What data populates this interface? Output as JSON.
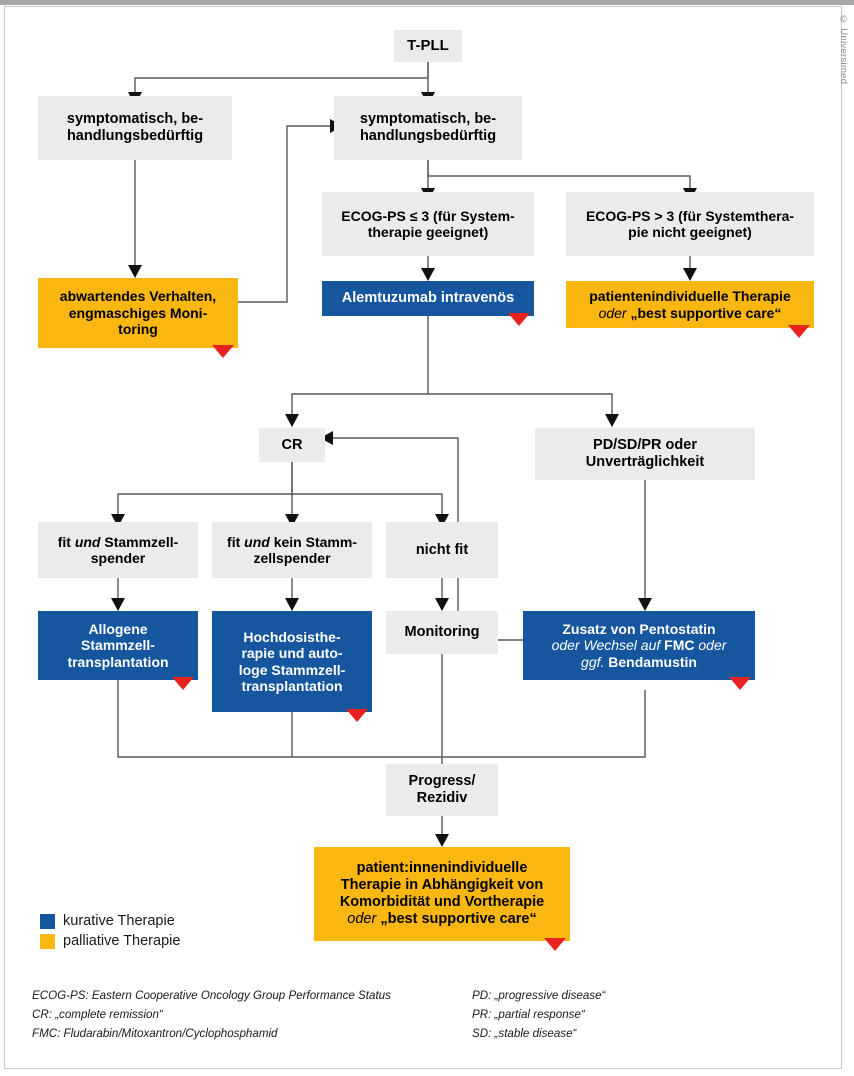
{
  "figure": {
    "copyright": "© Universimed",
    "type": "clinical-treatment-algorithm-flowchart",
    "title_node": "T-PLL"
  },
  "nodes": {
    "tpll": {
      "id": "tpll",
      "label": "T-PLL",
      "style": "grey"
    },
    "asympt": {
      "id": "asympt",
      "line1": "symptomatisch, be-",
      "line2": "handlungsbedürftig",
      "style": "grey"
    },
    "sympt": {
      "id": "sympt",
      "line1": "symptomatisch, be-",
      "line2": "handlungsbedürftig",
      "style": "grey"
    },
    "ecog_le3": {
      "id": "ecog_le3",
      "line1": "ECOG-PS ≤ 3 (für System-",
      "line2": "therapie geeignet)",
      "style": "grey"
    },
    "ecog_gt3": {
      "id": "ecog_gt3",
      "line1": "ECOG-PS > 3 (für Systemthera-",
      "line2": "pie nicht geeignet)",
      "style": "grey"
    },
    "watchful": {
      "id": "watchful",
      "line1": "abwartendes Verhalten,",
      "line2": "engmaschiges Moni-",
      "line3": "toring",
      "style": "orange",
      "marker": true
    },
    "alemtuzumab": {
      "id": "alemtuzumab",
      "label": "Alemtuzumab intravenös",
      "style": "blue",
      "marker": true
    },
    "palliative1": {
      "id": "palliative1",
      "line1": "patientenindividuelle Therapie",
      "line2_it": "oder",
      "line2_bold": "„best supportive care“",
      "style": "orange",
      "marker": true
    },
    "cr": {
      "id": "cr",
      "label": "CR",
      "style": "grey"
    },
    "pdsdpr": {
      "id": "pdsdpr",
      "line1": "PD/SD/PR oder",
      "line2": "Unverträglichkeit",
      "style": "grey"
    },
    "fit_donor": {
      "id": "fit_donor",
      "l1a": "fit ",
      "l1i": "und",
      "l1b": " Stammzell-",
      "line2": "spender",
      "style": "grey"
    },
    "fit_nodonor": {
      "id": "fit_nodonor",
      "l1a": "fit ",
      "l1i": "und",
      "l1b": " kein Stamm-",
      "line2": "zellspender",
      "style": "grey"
    },
    "unfit": {
      "id": "unfit",
      "label": "nicht fit",
      "style": "grey"
    },
    "allo_sct": {
      "id": "allo_sct",
      "line1": "Allogene",
      "line2": "Stammzell-",
      "line3": "transplantation",
      "style": "blue",
      "marker": true
    },
    "auto_sct": {
      "id": "auto_sct",
      "line1": "Hochdosisthe-",
      "line2": "rapie und auto-",
      "line3": "loge Stammzell-",
      "line4": "transplantation",
      "style": "blue",
      "marker": true
    },
    "monitoring": {
      "id": "monitoring",
      "label": "Monitoring",
      "style": "grey"
    },
    "pentostatin": {
      "id": "pentostatin",
      "line1": "Zusatz von Pentostatin",
      "line2_it": "oder Wechsel auf",
      "line2_bold": "FMC",
      "line2_it2": "oder",
      "line3_it": "ggf.",
      "line3_bold": "Bendamustin",
      "style": "blue",
      "marker": true
    },
    "progress": {
      "id": "progress",
      "line1": "Progress/",
      "line2": "Rezidiv",
      "style": "grey"
    },
    "palliative2": {
      "id": "palliative2",
      "line1": "patient:innenindividuelle",
      "line2": "Therapie in Abhängigkeit von",
      "line3": "Komorbidität und Vortherapie",
      "line4_it": "oder",
      "line4_bold": "„best supportive care“",
      "style": "orange",
      "marker": true
    }
  },
  "legend": {
    "items": [
      {
        "color": "#15569f",
        "label": "kurative Therapie"
      },
      {
        "color": "#fbb711",
        "label": "palliative Therapie"
      }
    ]
  },
  "footnotes": {
    "left": [
      "ECOG-PS: Eastern Cooperative Oncology Group Performance Status",
      "CR: „complete remission“",
      "FMC: Fludarabin/Mitoxantron/Cyclophosphamid"
    ],
    "right": [
      "PD: „progressive disease“",
      "PR: „partial response“",
      "SD: „stable disease“"
    ]
  },
  "colors": {
    "blue": "#15569f",
    "orange": "#fbb711",
    "grey": "#ebebeb",
    "marker_red": "#e8231f",
    "connector": "#595959"
  }
}
